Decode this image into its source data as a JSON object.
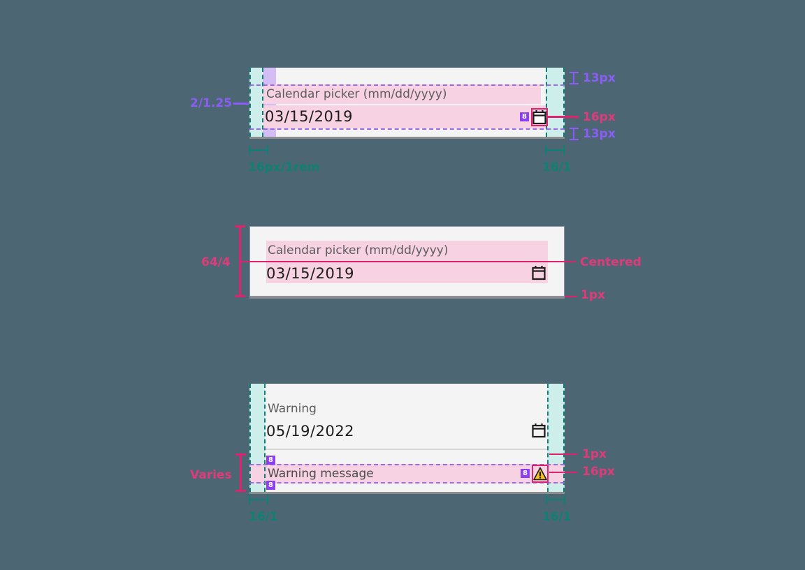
{
  "page": {
    "background_color": "#4c6773",
    "accent_pink": "#e0216e",
    "accent_purple": "#8b5cf6",
    "accent_teal": "#0f8076",
    "field_highlight": "#f7d2e2",
    "padding_band": "#cdeeea",
    "card_background": "#f4f4f4"
  },
  "specs": [
    {
      "id": "spec-top",
      "field": {
        "label": "Calendar picker (mm/dd/yyyy)",
        "value": "03/15/2019",
        "icon": "calendar-icon"
      },
      "annotations": {
        "left_ratio": "2/1.25",
        "top_spacing": "13px",
        "icon_size": "16px",
        "bottom_spacing": "13px",
        "left_gutter": "16px/1rem",
        "right_gutter": "16/1"
      }
    },
    {
      "id": "spec-middle",
      "field": {
        "label": "Calendar picker (mm/dd/yyyy)",
        "value": "03/15/2019",
        "icon": "calendar-icon"
      },
      "annotations": {
        "height_ratio": "64/4",
        "alignment": "Centered",
        "border_width": "1px"
      }
    },
    {
      "id": "spec-warning",
      "field": {
        "label": "Warning",
        "value": "05/19/2022",
        "icon": "calendar-icon"
      },
      "message": {
        "text": "Warning message",
        "icon": "warning-triangle-icon",
        "top_badge": "8",
        "bottom_badge": "8",
        "icon_badge": "8"
      },
      "annotations": {
        "height_label": "Varies",
        "border_width": "1px",
        "icon_size": "16px",
        "left_gutter": "16/1",
        "right_gutter": "16/1"
      }
    }
  ]
}
